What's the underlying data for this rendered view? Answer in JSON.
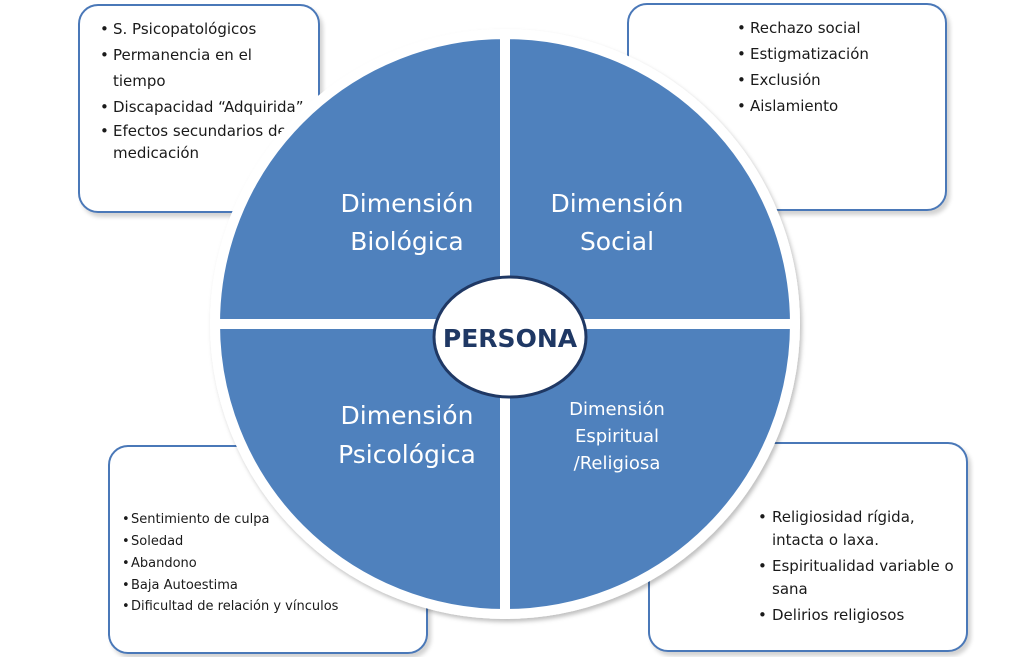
{
  "center": {
    "label": "PERSONA"
  },
  "quadrants": {
    "biologica": {
      "line1": "Dimensión",
      "line2": "Biológica"
    },
    "social": {
      "line1": "Dimensión",
      "line2": "Social"
    },
    "psicologica": {
      "line1": "Dimensión",
      "line2": "Psicológica"
    },
    "espiritual": {
      "line1": "Dimensión",
      "line2": "Espiritual",
      "line3": "/Religiosa"
    }
  },
  "boxes": {
    "biologica": [
      "S. Psicopatológicos",
      "Permanencia en el tiempo",
      "Discapacidad “Adquirida”",
      "Efectos secundarios de la medicación"
    ],
    "social": [
      "Rechazo social",
      "Estigmatización",
      "Exclusión",
      "Aislamiento"
    ],
    "psicologica": [
      "Sentimiento de culpa",
      "Soledad",
      "Abandono",
      "Baja Autoestima",
      "Dificultad de relación y vínculos"
    ],
    "espiritual": [
      "Religiosidad rígida, intacta o laxa.",
      "Espiritualidad variable o sana",
      "Delirios religiosos"
    ]
  },
  "colors": {
    "quadrant_fill": "#4f81bd",
    "box_border": "#4a78b8",
    "center_text": "#1f3864",
    "quadrant_text": "#ffffff"
  }
}
